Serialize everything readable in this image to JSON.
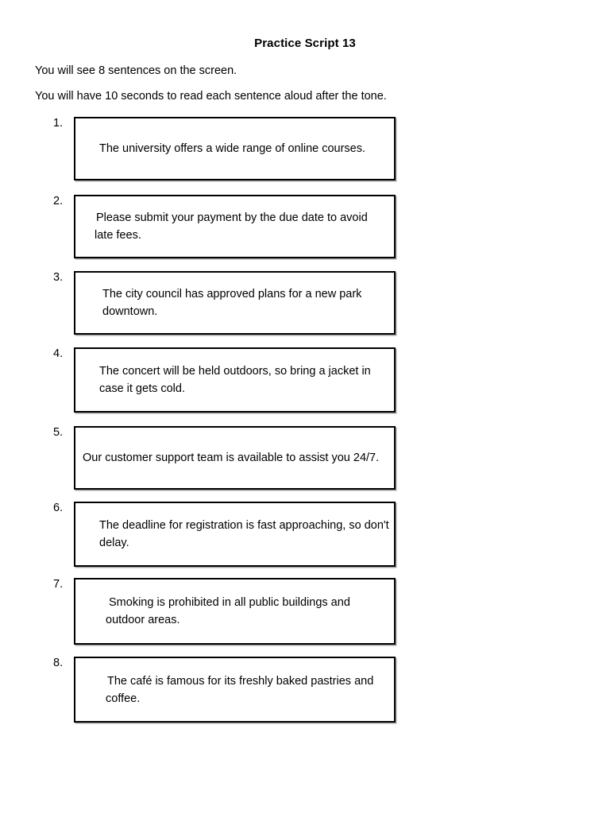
{
  "document": {
    "title": "Practice Script 13",
    "intro_lines": [
      "You will see 8 sentences on the screen.",
      "You will have 10 seconds to read each sentence aloud after the tone."
    ],
    "items": [
      {
        "number": "1.",
        "sentence": "The university offers a wide range of online courses."
      },
      {
        "number": "2.",
        "sentence": "Please submit your payment by the due date to avoid late fees."
      },
      {
        "number": "3.",
        "sentence": "The city council has approved plans for a new park downtown."
      },
      {
        "number": "4.",
        "sentence": "The concert will be held outdoors, so bring a jacket in case it gets cold."
      },
      {
        "number": "5.",
        "sentence": "Our customer support team is available to assist you 24/7."
      },
      {
        "number": "6.",
        "sentence": "The deadline for registration is fast approaching, so don't delay."
      },
      {
        "number": "7.",
        "sentence": "Smoking is prohibited in all public buildings and outdoor areas."
      },
      {
        "number": "8.",
        "sentence": "The café is famous for its freshly baked pastries and coffee."
      }
    ]
  },
  "colors": {
    "page_background": "#ffffff",
    "text": "#000000",
    "box_border": "#000000"
  }
}
